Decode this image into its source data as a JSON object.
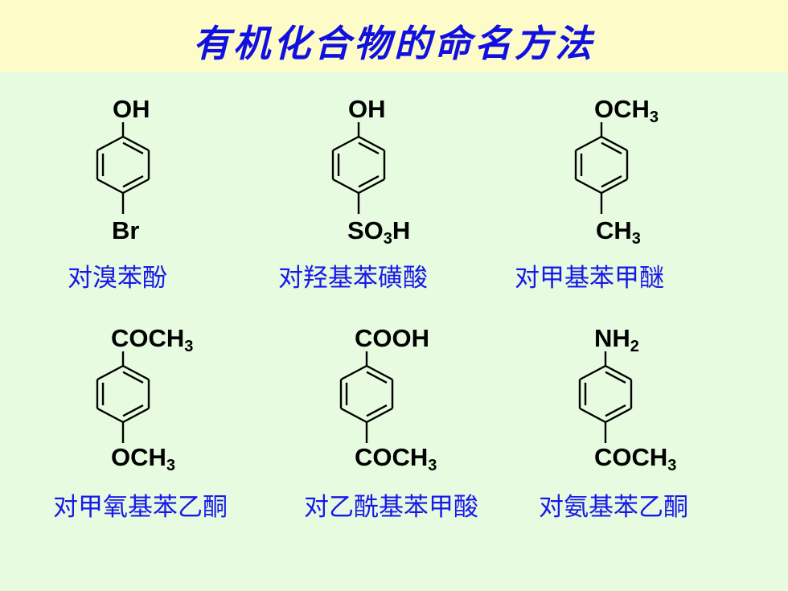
{
  "title": "有机化合物的命名方法",
  "compounds": [
    {
      "top": "OH",
      "bottom_html": "Br",
      "name": "对溴苯酚"
    },
    {
      "top": "OH",
      "bottom_html": "SO<sub>3</sub>H",
      "name": "对羟基苯磺酸"
    },
    {
      "top_html": "OCH<sub>3</sub>",
      "bottom_html": "CH<sub>3</sub>",
      "name": "对甲基苯甲醚"
    },
    {
      "top_html": "COCH<sub>3</sub>",
      "bottom_html": "OCH<sub>3</sub>",
      "name": "对甲氧基苯乙酮"
    },
    {
      "top": "COOH",
      "bottom_html": "COCH<sub>3</sub>",
      "name": "对乙酰基苯甲酸"
    },
    {
      "top_html": "NH<sub>2</sub>",
      "bottom_html": "COCH<sub>3</sub>",
      "name": "对氨基苯乙酮"
    }
  ],
  "colors": {
    "header_bg": "#fdfbc7",
    "body_bg": "#e6fbe0",
    "title": "#1010e0",
    "name": "#1818e8"
  }
}
